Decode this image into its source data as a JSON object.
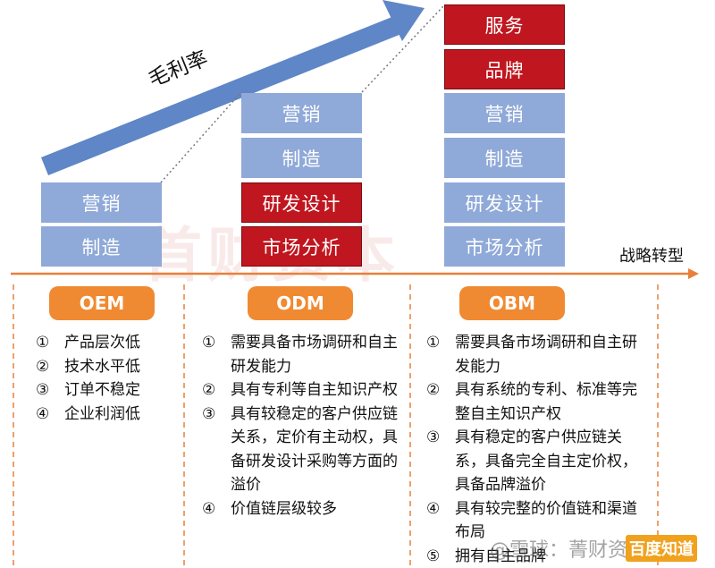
{
  "arrow_label": "毛利率",
  "axis_label": "战略转型",
  "columns": [
    {
      "name": "OEM",
      "boxes": [
        {
          "text": "营销",
          "color": "blue"
        },
        {
          "text": "制造",
          "color": "blue"
        }
      ],
      "items": [
        {
          "n": "①",
          "text": "产品层次低"
        },
        {
          "n": "②",
          "text": "技术水平低"
        },
        {
          "n": "③",
          "text": "订单不稳定"
        },
        {
          "n": "④",
          "text": "企业利润低"
        }
      ]
    },
    {
      "name": "ODM",
      "boxes": [
        {
          "text": "营销",
          "color": "blue"
        },
        {
          "text": "制造",
          "color": "blue"
        },
        {
          "text": "研发设计",
          "color": "red"
        },
        {
          "text": "市场分析",
          "color": "red"
        }
      ],
      "items": [
        {
          "n": "①",
          "text": "需要具备市场调研和自主研发能力"
        },
        {
          "n": "②",
          "text": "具有专利等自主知识产权"
        },
        {
          "n": "③",
          "text": "具有较稳定的客户供应链关系，定价有主动权，具备研发设计采购等方面的溢价"
        },
        {
          "n": "④",
          "text": "价值链层级较多"
        }
      ]
    },
    {
      "name": "OBM",
      "boxes": [
        {
          "text": "服务",
          "color": "red"
        },
        {
          "text": "品牌",
          "color": "red"
        },
        {
          "text": "营销",
          "color": "blue"
        },
        {
          "text": "制造",
          "color": "blue"
        },
        {
          "text": "研发设计",
          "color": "blue"
        },
        {
          "text": "市场分析",
          "color": "blue"
        }
      ],
      "items": [
        {
          "n": "①",
          "text": "需要具备市场调研和自主研发能力"
        },
        {
          "n": "②",
          "text": "具有系统的专利、标准等完整自主知识产权"
        },
        {
          "n": "③",
          "text": "具有稳定的客户供应链关系，具备完全自主定价权，具备品牌溢价"
        },
        {
          "n": "④",
          "text": "具有较完整的价值链和渠道布局"
        },
        {
          "n": "⑤",
          "text": "拥有自主品牌"
        }
      ]
    }
  ],
  "watermark_center": "首财资本",
  "watermark_footer": "@雪球：菁财资本",
  "watermark_badge": "百度知道"
}
